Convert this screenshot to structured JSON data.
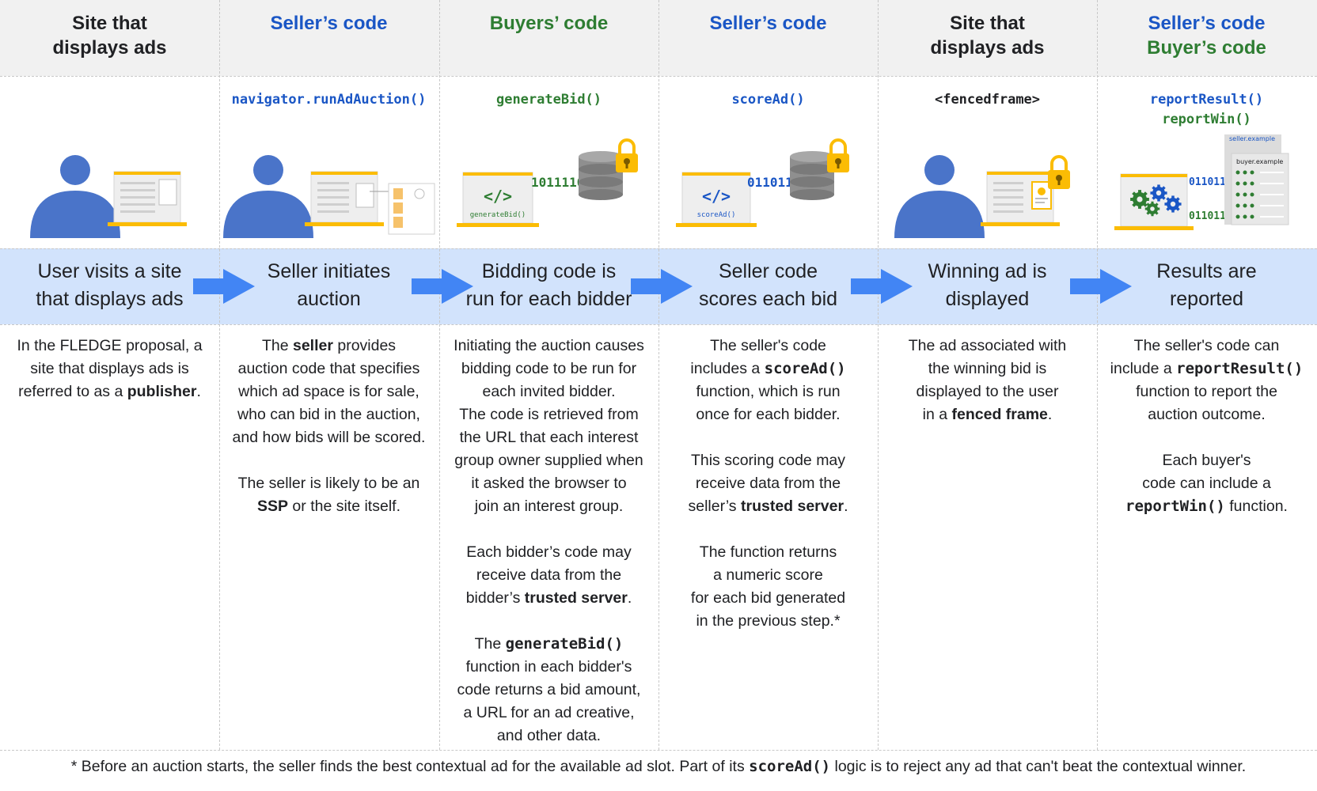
{
  "columns": [
    {
      "header": [
        "Site that",
        "displays ads"
      ],
      "header_colors": [
        "#202124",
        "#202124"
      ],
      "code": [],
      "code_colors": [],
      "step": [
        "User visits a site",
        "that displays ads"
      ],
      "illustration": "user-visits-site-illustration",
      "desc": [
        [
          {
            "t": "In the FLEDGE proposal, a"
          }
        ],
        [
          {
            "t": "site that displays ads is"
          }
        ],
        [
          {
            "t": "referred to as a "
          },
          {
            "t": "publisher",
            "s": "b"
          },
          {
            "t": "."
          }
        ]
      ]
    },
    {
      "header": [
        "Seller’s code"
      ],
      "header_colors": [
        "#1a56c5"
      ],
      "code": [
        "navigator.runAdAuction()"
      ],
      "code_colors": [
        "#1a56c5"
      ],
      "step": [
        "Seller initiates",
        "auction"
      ],
      "illustration": "seller-initiates-auction-illustration",
      "desc": [
        [
          {
            "t": "The "
          },
          {
            "t": "seller",
            "s": "b"
          },
          {
            "t": " provides"
          }
        ],
        [
          {
            "t": "auction code that specifies"
          }
        ],
        [
          {
            "t": "which ad space is for sale,"
          }
        ],
        [
          {
            "t": "who can bid in the auction,"
          }
        ],
        [
          {
            "t": "and how bids will be scored."
          }
        ],
        [],
        [
          {
            "t": "The seller is likely to be an"
          }
        ],
        [
          {
            "t": "SSP",
            "s": "b"
          },
          {
            "t": " or the site itself."
          }
        ]
      ]
    },
    {
      "header": [
        "Buyers’ code"
      ],
      "header_colors": [
        "#2e7d32"
      ],
      "code": [
        "generateBid()"
      ],
      "code_colors": [
        "#2e7d32"
      ],
      "step": [
        "Bidding code is",
        "run for each bidder"
      ],
      "illustration": "bidding-code-illustration",
      "binary": "1011110",
      "screen_code": "generateBid()",
      "desc": [
        [
          {
            "t": "Initiating the auction causes"
          }
        ],
        [
          {
            "t": "bidding code to be run for"
          }
        ],
        [
          {
            "t": "each invited bidder."
          }
        ],
        [
          {
            "t": "The code is retrieved from"
          }
        ],
        [
          {
            "t": "the URL that each interest"
          }
        ],
        [
          {
            "t": "group owner supplied when"
          }
        ],
        [
          {
            "t": "it asked the browser to"
          }
        ],
        [
          {
            "t": "join an interest group."
          }
        ],
        [],
        [
          {
            "t": "Each bidder’s code may"
          }
        ],
        [
          {
            "t": "receive data from the"
          }
        ],
        [
          {
            "t": "bidder’s "
          },
          {
            "t": "trusted server",
            "s": "b"
          },
          {
            "t": "."
          }
        ],
        [],
        [
          {
            "t": "The "
          },
          {
            "t": "generateBid()",
            "s": "m"
          }
        ],
        [
          {
            "t": "function in each bidder's"
          }
        ],
        [
          {
            "t": "code returns a bid amount,"
          }
        ],
        [
          {
            "t": "a URL for an ad creative,"
          }
        ],
        [
          {
            "t": "and other data."
          }
        ]
      ]
    },
    {
      "header": [
        "Seller’s code"
      ],
      "header_colors": [
        "#1a56c5"
      ],
      "code": [
        "scoreAd()"
      ],
      "code_colors": [
        "#1a56c5"
      ],
      "step": [
        "Seller code",
        "scores each bid"
      ],
      "illustration": "scoring-code-illustration",
      "binary": "0110111",
      "screen_code": "scoreAd()",
      "desc": [
        [
          {
            "t": "The seller's code"
          }
        ],
        [
          {
            "t": "includes a "
          },
          {
            "t": "scoreAd()",
            "s": "m"
          }
        ],
        [
          {
            "t": "function, which is run"
          }
        ],
        [
          {
            "t": "once for each bidder."
          }
        ],
        [],
        [
          {
            "t": "This scoring code may"
          }
        ],
        [
          {
            "t": "receive data from the"
          }
        ],
        [
          {
            "t": "seller’s "
          },
          {
            "t": "trusted server",
            "s": "b"
          },
          {
            "t": "."
          }
        ],
        [],
        [
          {
            "t": "The function returns"
          }
        ],
        [
          {
            "t": "a numeric score"
          }
        ],
        [
          {
            "t": "for each bid generated"
          }
        ],
        [
          {
            "t": "in the previous step.*"
          }
        ]
      ]
    },
    {
      "header": [
        "Site that",
        "displays ads"
      ],
      "header_colors": [
        "#202124",
        "#202124"
      ],
      "code": [
        "<fencedframe>"
      ],
      "code_colors": [
        "#202124"
      ],
      "step": [
        "Winning ad is",
        "displayed"
      ],
      "illustration": "winning-ad-illustration",
      "desc": [
        [
          {
            "t": "The ad associated with"
          }
        ],
        [
          {
            "t": "the winning bid is"
          }
        ],
        [
          {
            "t": "displayed to the user"
          }
        ],
        [
          {
            "t": "in a "
          },
          {
            "t": "fenced frame",
            "s": "b"
          },
          {
            "t": "."
          }
        ]
      ]
    },
    {
      "header": [
        "Seller’s code",
        "Buyer’s code"
      ],
      "header_colors": [
        "#1a56c5",
        "#2e7d32"
      ],
      "code": [
        "reportResult()",
        "reportWin()"
      ],
      "code_colors": [
        "#1a56c5",
        "#2e7d32"
      ],
      "step": [
        "Results are",
        "reported"
      ],
      "illustration": "results-reported-illustration",
      "binary_top": "0110111",
      "binary_bottom": "01101110",
      "server_labels": [
        "seller.example",
        "buyer.example"
      ],
      "desc": [
        [
          {
            "t": "The seller's code can"
          }
        ],
        [
          {
            "t": "include a "
          },
          {
            "t": "reportResult()",
            "s": "m"
          }
        ],
        [
          {
            "t": "function to report the"
          }
        ],
        [
          {
            "t": "auction outcome."
          }
        ],
        [],
        [
          {
            "t": "Each buyer's"
          }
        ],
        [
          {
            "t": "code can include a"
          }
        ],
        [
          {
            "t": "reportWin()",
            "s": "m"
          },
          {
            "t": " function."
          }
        ]
      ]
    }
  ],
  "footnote": [
    {
      "t": "* Before an auction starts, the seller finds the best contextual ad for the available ad slot. Part of its "
    },
    {
      "t": "scoreAd()",
      "s": "m"
    },
    {
      "t": " logic is to reject any ad that can't beat the contextual winner."
    }
  ],
  "colors": {
    "header_band": "#f1f1f1",
    "flow_band": "#d2e3fc",
    "arrow": "#4285f4",
    "person": "#4a74c9",
    "laptop_accent": "#fbbc04",
    "seller_blue": "#1a56c5",
    "buyer_green": "#2e7d32"
  }
}
